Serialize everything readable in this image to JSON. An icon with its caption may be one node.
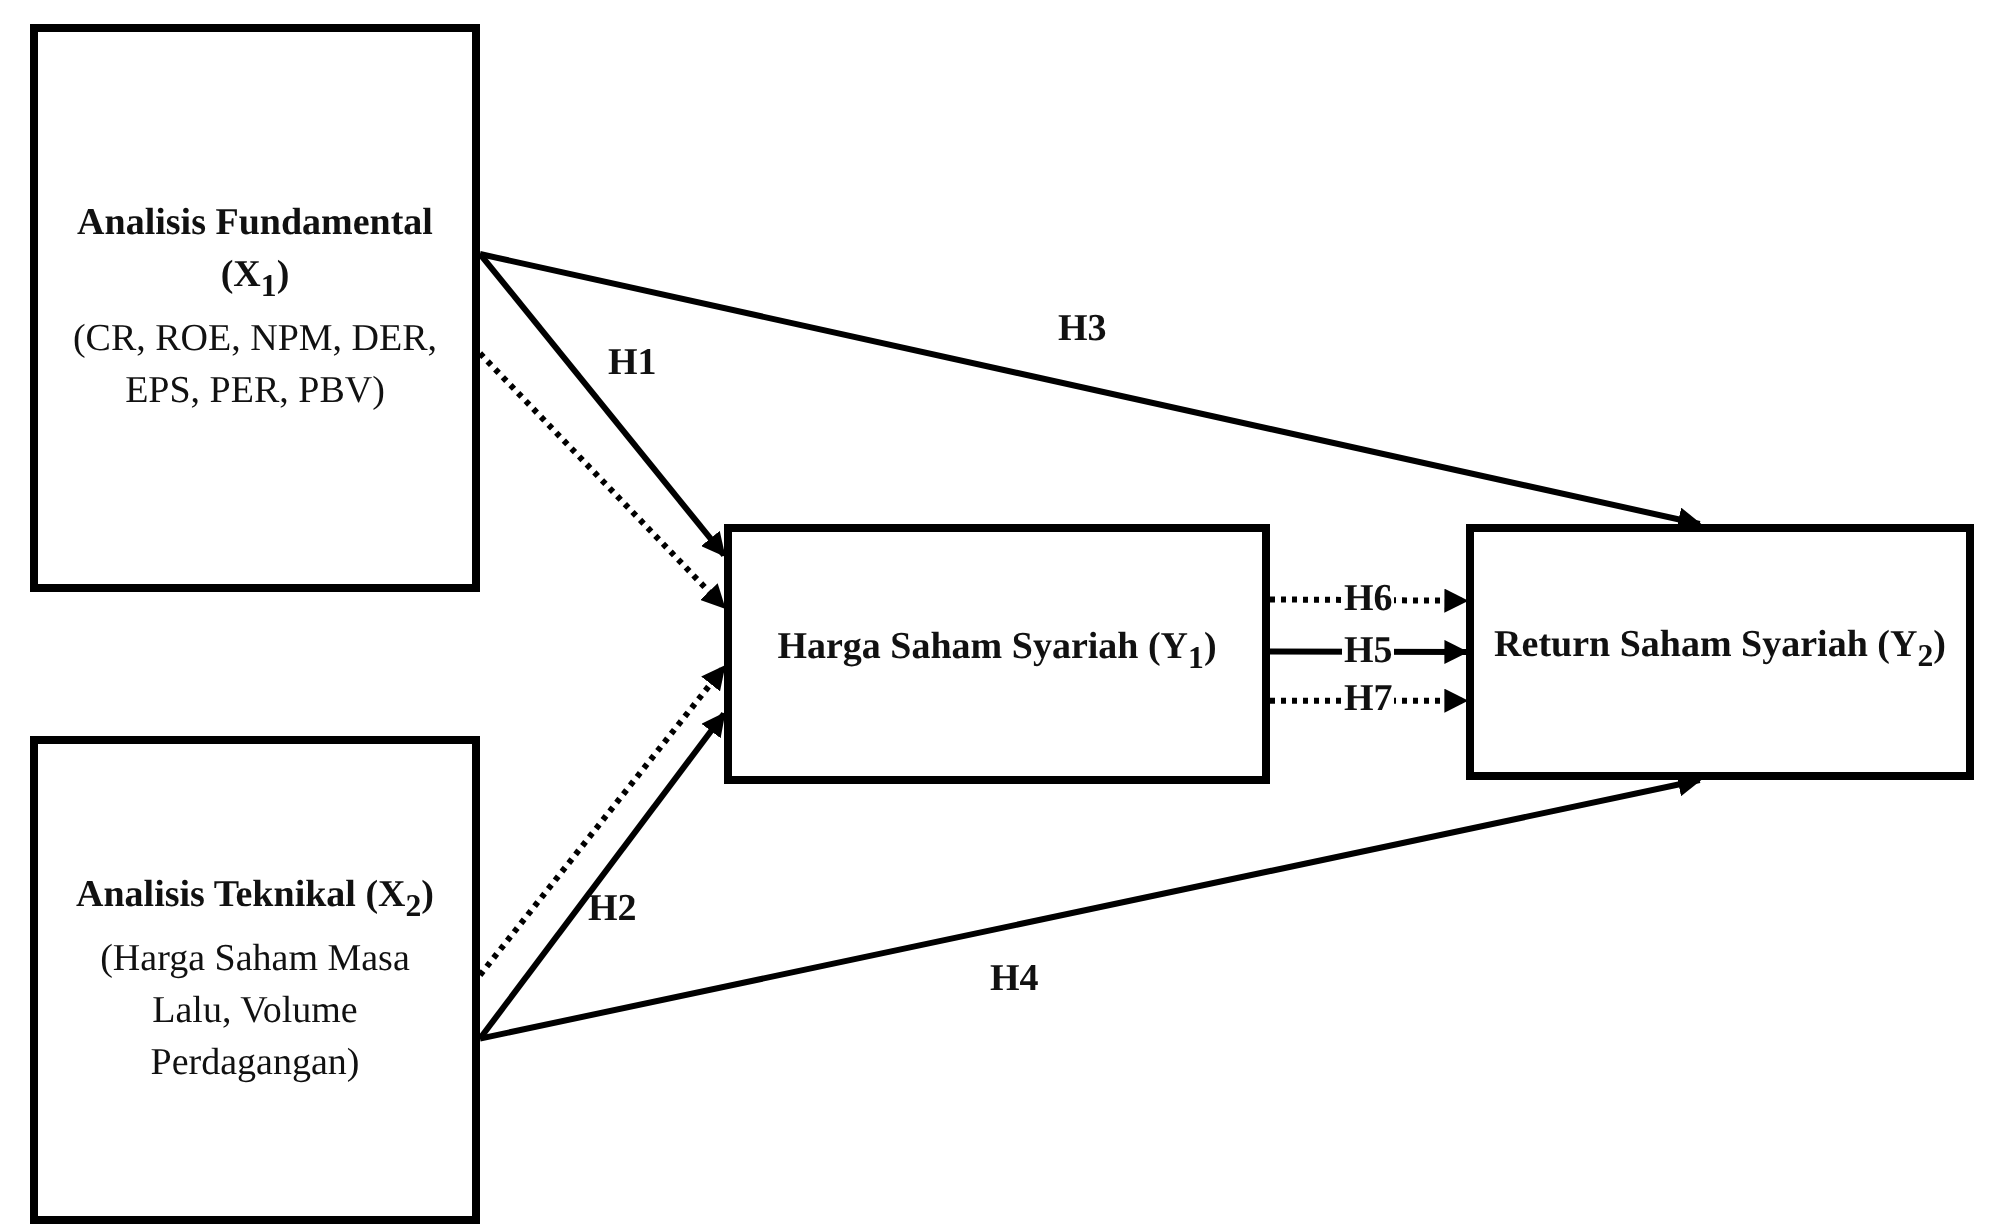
{
  "diagram": {
    "nodes": [
      {
        "text": [
          "Analisis Fundamental (X$_{1}$)",
          "(CR, ROE, NPM, DER, EPS, PER, PBV)"
        ]
      },
      {
        "text": [
          "Analisis Teknikal (X$_{2}$)",
          "(Harga Saham Masa Lalu, Volume Perdagangan)"
        ]
      },
      {
        "text": [
          "Harga Saham Syariah (Y$_{1}$)"
        ]
      },
      {
        "text": [
          "Return Saham Syariah (Y$_{2}$)"
        ]
      }
    ],
    "edges": [
      {
        "from": 0,
        "to": 2,
        "arrow": "to",
        "label": "H1"
      },
      {
        "from": 0,
        "to": 2,
        "arrow": "to",
        "style": "dashed"
      },
      {
        "from": 1,
        "to": 2,
        "arrow": "to",
        "style": "dashed"
      },
      {
        "from": 1,
        "to": 2,
        "arrow": "to",
        "label": "H2"
      },
      {
        "from": 0,
        "to": 3,
        "arrow": "to",
        "label": "H3"
      },
      {
        "from": 1,
        "to": 3,
        "arrow": "to",
        "label": "H4"
      },
      {
        "from": 2,
        "to": 3,
        "arrow": "to",
        "label": "H6",
        "style": "dashed"
      },
      {
        "from": 2,
        "to": 3,
        "arrow": "to",
        "label": "H5"
      },
      {
        "from": 2,
        "to": 3,
        "arrow": "to",
        "label": "H7",
        "style": "dashed"
      }
    ]
  }
}
